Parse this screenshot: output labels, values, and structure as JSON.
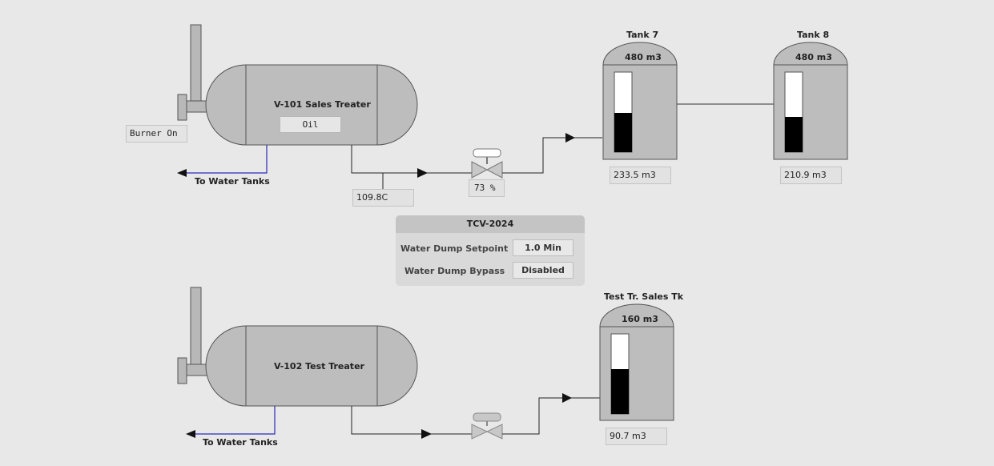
{
  "treaters": {
    "v101": {
      "title": "V-101 Sales Treater",
      "fluid": "Oil",
      "burner": "Burner On",
      "temperature": "109.8",
      "temperature_unit": "C",
      "drain_label": "To Water Tanks"
    },
    "v102": {
      "title": "V-102 Test Treater",
      "drain_label": "To Water Tanks"
    }
  },
  "valve": {
    "open_percent": "73",
    "unit": "%"
  },
  "tanks": [
    {
      "title": "Tank 7",
      "capacity": "480 m3",
      "volume": "233.5",
      "volume_unit": "m3",
      "level_fraction": 0.49
    },
    {
      "title": "Tank 8",
      "capacity": "480 m3",
      "volume": "210.9",
      "volume_unit": "m3",
      "level_fraction": 0.44
    },
    {
      "title": "Test Tr. Sales Tk",
      "capacity": "160 m3",
      "volume": "90.7",
      "volume_unit": "m3",
      "level_fraction": 0.56
    }
  ],
  "popup": {
    "title": "TCV-2024",
    "rows": [
      {
        "label": "Water Dump Setpoint",
        "value": "1.0 Min"
      },
      {
        "label": "Water Dump Bypass",
        "value": "Disabled"
      }
    ]
  },
  "colors": {
    "background": "#e8e8e8",
    "vessel": "#bdbdbd",
    "drain_line": "#2a2ab8",
    "pipe": "#222222",
    "level_fill": "#000000",
    "level_empty": "#ffffff"
  }
}
